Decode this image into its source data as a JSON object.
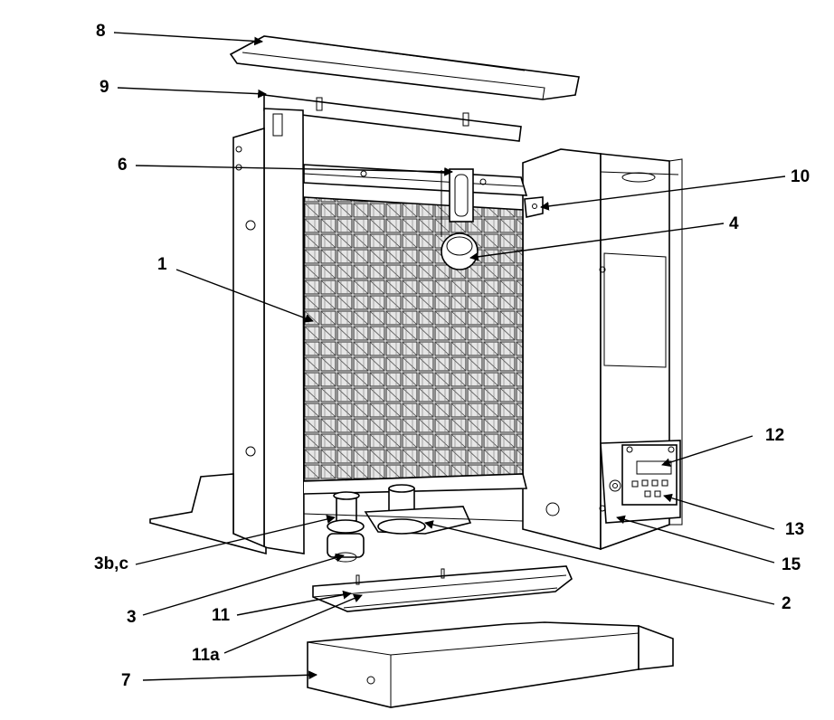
{
  "callouts": [
    {
      "id": "c8",
      "text": "8"
    },
    {
      "id": "c9",
      "text": "9"
    },
    {
      "id": "c6",
      "text": "6"
    },
    {
      "id": "c10",
      "text": "10"
    },
    {
      "id": "c4",
      "text": "4"
    },
    {
      "id": "c1",
      "text": "1"
    },
    {
      "id": "c12",
      "text": "12"
    },
    {
      "id": "c13",
      "text": "13"
    },
    {
      "id": "c15",
      "text": "15"
    },
    {
      "id": "c3bc",
      "text": "3b,c"
    },
    {
      "id": "c3",
      "text": "3"
    },
    {
      "id": "c2",
      "text": "2"
    },
    {
      "id": "c11",
      "text": "11"
    },
    {
      "id": "c11a",
      "text": "11a"
    },
    {
      "id": "c7",
      "text": "7"
    }
  ],
  "colors": {
    "line": "#000000",
    "grid_dark": "#2a2a2a",
    "panel_fill": "#ffffff",
    "shade": "#d9d9d9"
  },
  "icons": {
    "arrowhead": "filled-triangle-arrow"
  }
}
